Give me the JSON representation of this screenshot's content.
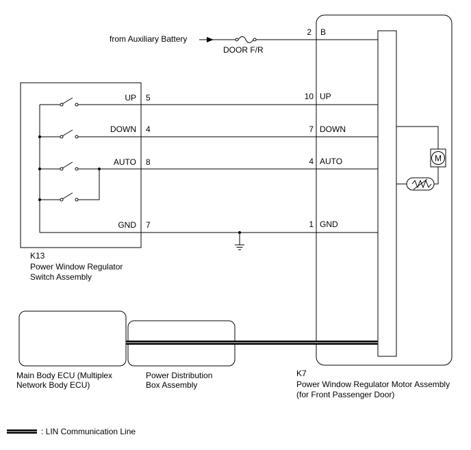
{
  "source": {
    "label": "from Auxiliary Battery"
  },
  "fuse": {
    "label": "DOOR F/R"
  },
  "switch_assembly": {
    "connector": "K13",
    "name_line1": "Power Window Regulator",
    "name_line2": "Switch Assembly",
    "terminals": [
      {
        "name": "UP",
        "pin": "5"
      },
      {
        "name": "DOWN",
        "pin": "4"
      },
      {
        "name": "AUTO",
        "pin": "8"
      },
      {
        "name": "GND",
        "pin": "7"
      }
    ]
  },
  "motor_assembly": {
    "connector": "K7",
    "name_line1": "Power Window Regulator Motor Assembly",
    "name_line2": "(for Front Passenger Door)",
    "terminals": [
      {
        "pin": "2",
        "name": "B"
      },
      {
        "pin": "10",
        "name": "UP"
      },
      {
        "pin": "7",
        "name": "DOWN"
      },
      {
        "pin": "4",
        "name": "AUTO"
      },
      {
        "pin": "1",
        "name": "GND"
      }
    ],
    "motor_symbol": "M"
  },
  "main_body_ecu": {
    "line1": "Main Body ECU (Multiplex",
    "line2": "Network Body ECU)"
  },
  "power_distribution": {
    "line1": "Power Distribution",
    "line2": "Box Assembly"
  },
  "legend": {
    "label": ": LIN Communication Line"
  }
}
